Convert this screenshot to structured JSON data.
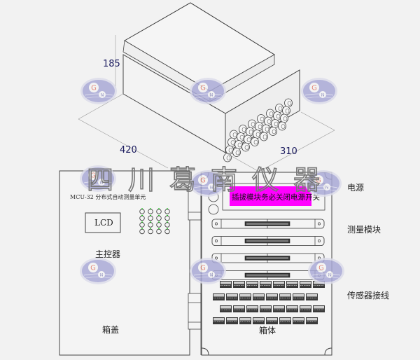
{
  "title": "MCU-32 分布式自动测量单元 结构示意图",
  "dimensions": {
    "height": "185",
    "length": "420",
    "width": "310"
  },
  "watermark": {
    "text": "四川葛南仪器",
    "logo_letters": [
      "G",
      "N"
    ]
  },
  "lid": {
    "device_label": "MCU-32 分布式自动测量单元",
    "lcd_label": "LCD",
    "controller_label": "主控器",
    "panel_label": "箱盖"
  },
  "body": {
    "warning_text": "插拔模块务必关闭电源开关",
    "panel_label": "箱体",
    "measurement_module_count": 4,
    "terminal_rows": [
      8,
      8,
      8,
      8
    ]
  },
  "callouts": {
    "power": "电源",
    "measurement_module": "测量模块",
    "sensor_wiring": "传感器接线"
  },
  "colors": {
    "warning_bg": "#ff00ff",
    "dimension_text": "#1a1a5e",
    "logo_fill": "#a8a8d8",
    "logo_letter": "#e08070",
    "led_green": "#22cc22"
  }
}
